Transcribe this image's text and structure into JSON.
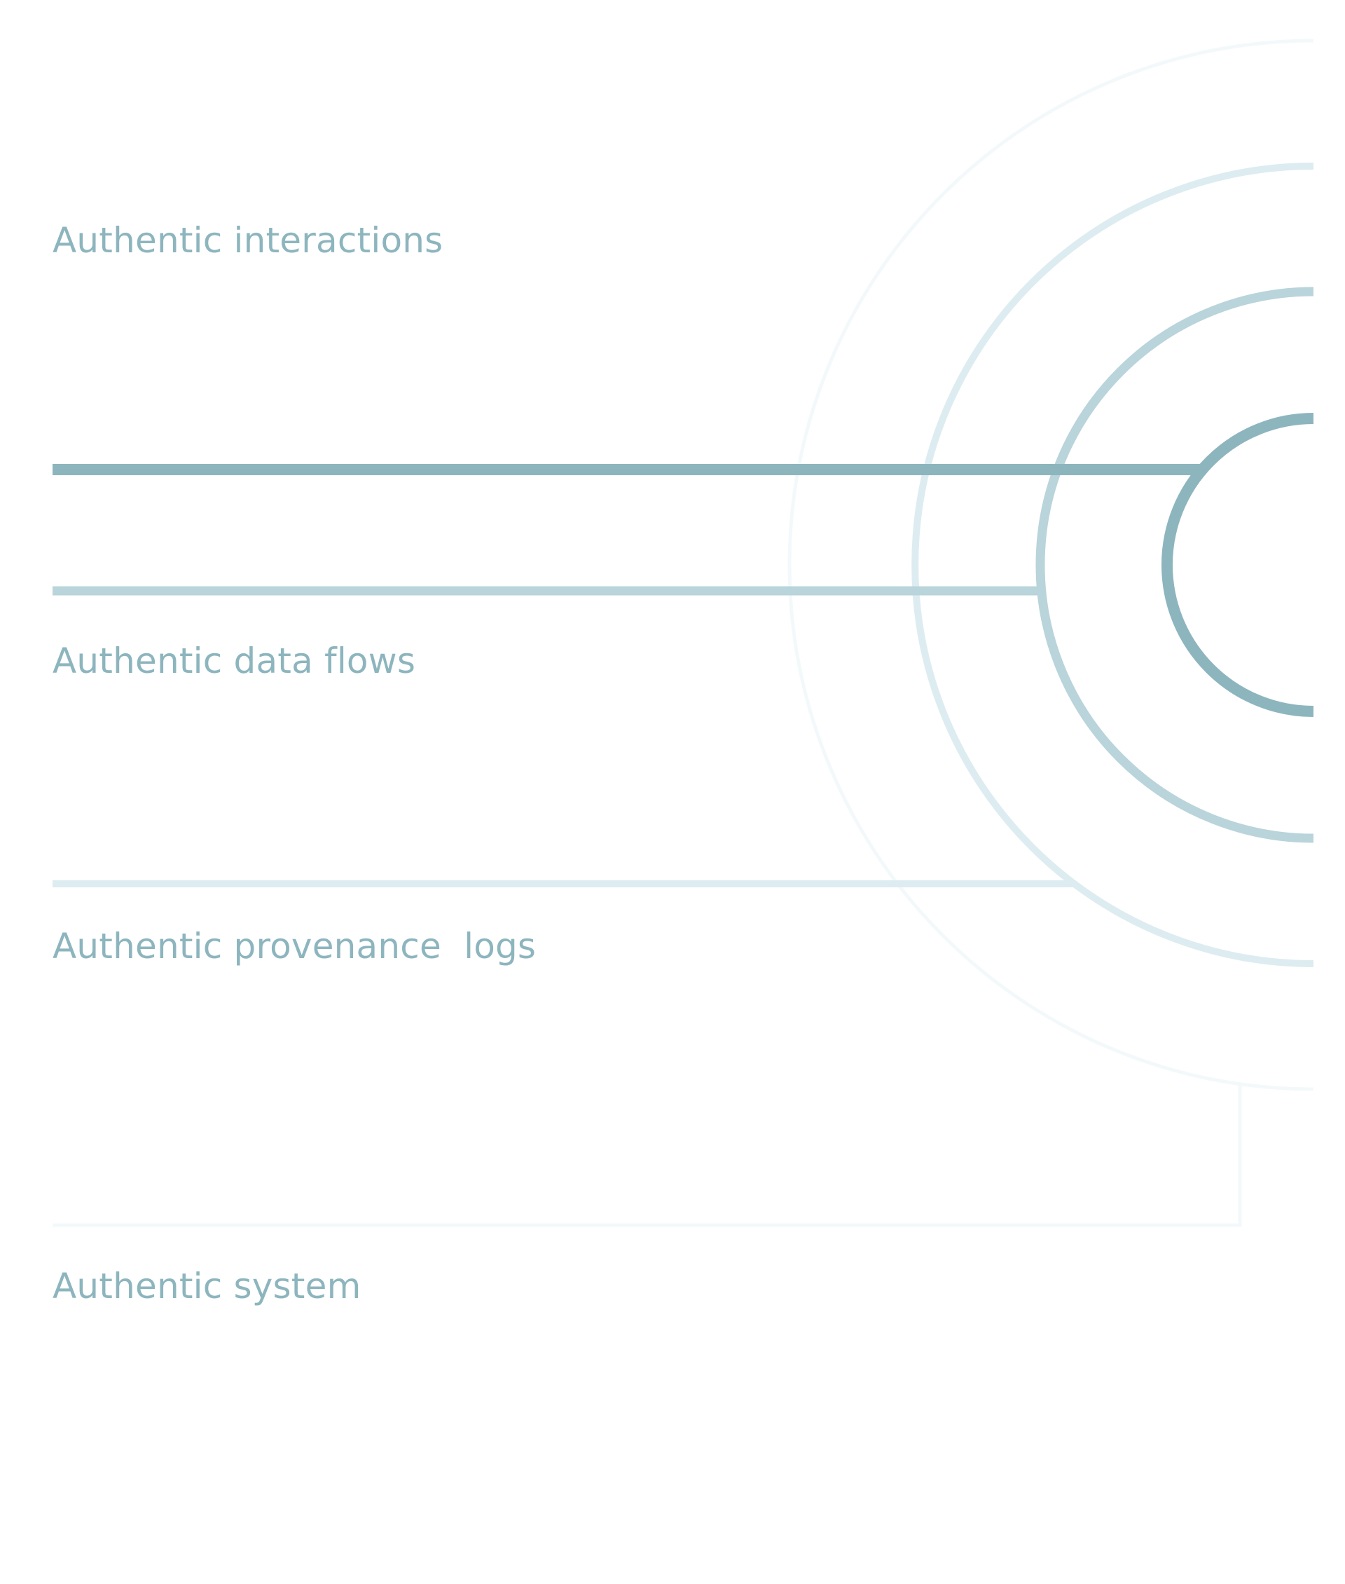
{
  "layers": [
    {
      "label": "Authentic interactions",
      "color": "#8db5be"
    },
    {
      "label": "Authentic data flows",
      "color": "#b9d4da"
    },
    {
      "label": "Authentic provenance  logs",
      "color": "#ddecf0"
    },
    {
      "label": "Authentic system",
      "color": "#f3f9fa"
    }
  ],
  "colors": {
    "label_text": "#8db5be",
    "background": "#ffffff"
  }
}
